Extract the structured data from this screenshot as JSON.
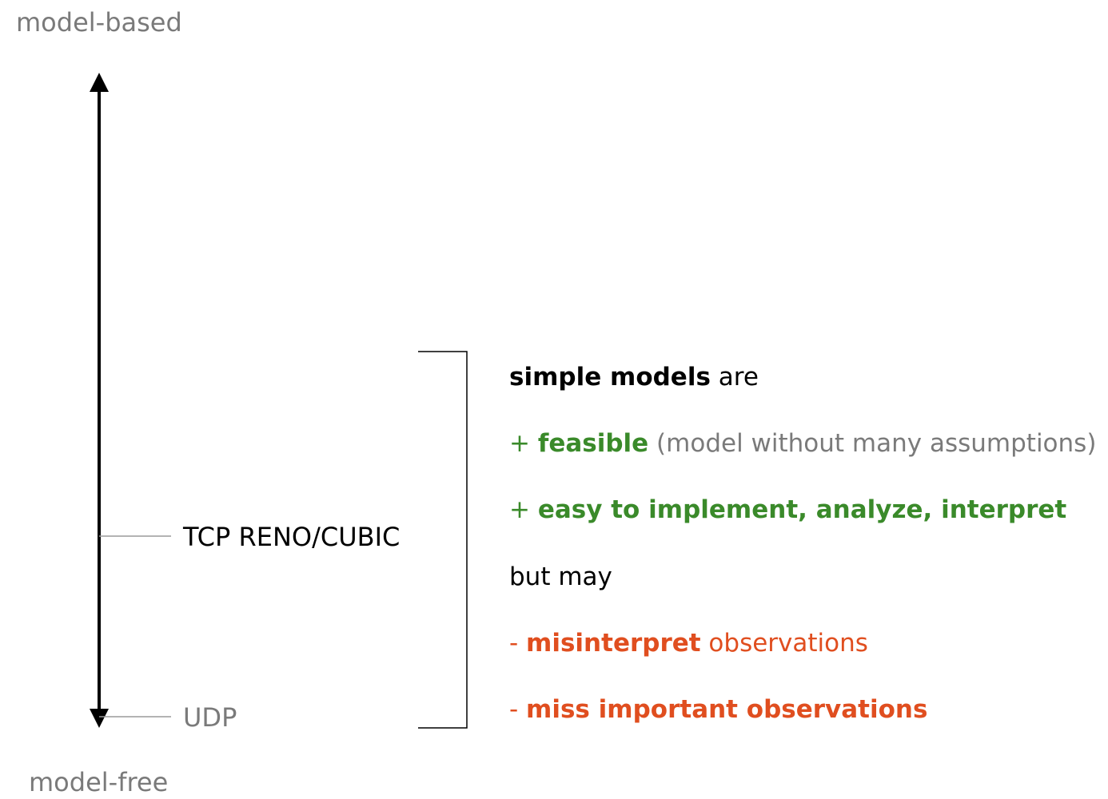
{
  "axis": {
    "top_label": "model-based",
    "bottom_label": "model-free",
    "ticks": [
      {
        "label": "TCP RENO/CUBIC"
      },
      {
        "label": "UDP"
      }
    ]
  },
  "panel": {
    "heading": {
      "strong": "simple models",
      "rest": " are"
    },
    "pros": [
      {
        "prefix": "+ ",
        "strong": "feasible",
        "rest": " (model without many assumptions)"
      },
      {
        "prefix": "+ ",
        "strong": "easy to implement, analyze, interpret",
        "rest": ""
      }
    ],
    "transition": "but may",
    "cons": [
      {
        "prefix": "- ",
        "strong": "misinterpret",
        "rest": " observations"
      },
      {
        "prefix": "- ",
        "strong": "miss important observations",
        "rest": ""
      }
    ]
  },
  "colors": {
    "axis_line": "#000000",
    "muted_text": "#7a7a7a",
    "tick_line": "#9a9a9a",
    "bracket": "#000000",
    "pro_green": "#3a8a2a",
    "con_orange": "#e04e1f",
    "heading_text": "#000000"
  },
  "icons": {
    "top_arrow": "arrowhead-up-icon",
    "bottom_arrow": "arrowhead-down-icon"
  }
}
